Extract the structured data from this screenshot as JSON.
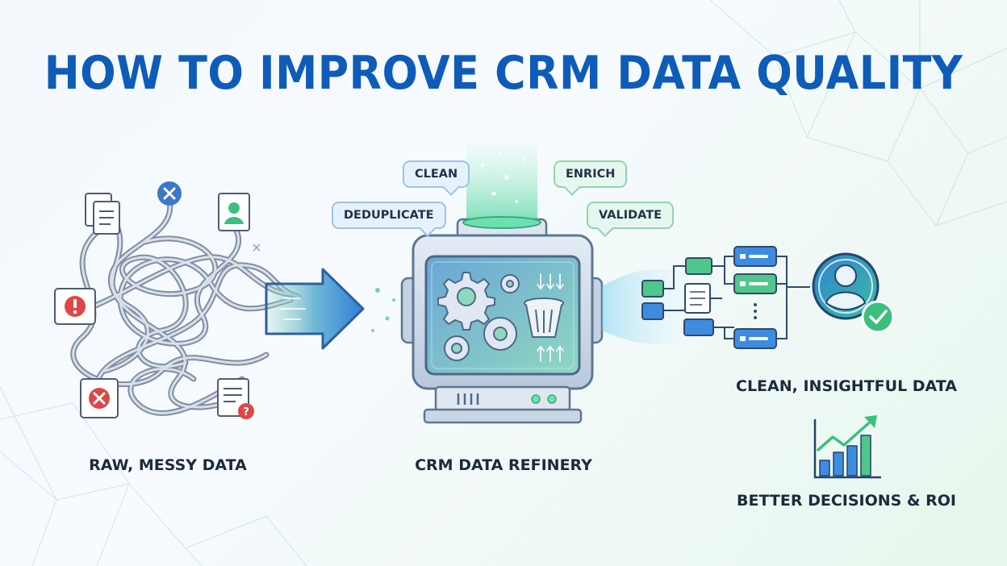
{
  "title": "HOW TO IMPROVE CRM DATA QUALITY",
  "sections": {
    "raw": {
      "label": "RAW, MESSY DATA"
    },
    "refinery": {
      "label": "CRM DATA REFINERY"
    },
    "clean": {
      "label": "CLEAN, INSIGHTFUL DATA"
    },
    "decisions": {
      "label": "BETTER DECISIONS & ROI"
    }
  },
  "steps": {
    "clean": "CLEAN",
    "enrich": "ENRICH",
    "deduplicate": "DEDUPLICATE",
    "validate": "VALIDATE"
  },
  "colors": {
    "title": "#0f5cb8",
    "accent_blue": "#2f7fd6",
    "accent_green": "#3cbf7e",
    "error_red": "#e04646",
    "machine": "#8fa7c4"
  },
  "icons": [
    "document-icon",
    "x-icon",
    "user-icon",
    "alert-icon",
    "error-icon",
    "question-icon",
    "gear-icon",
    "trash-icon",
    "check-icon",
    "growth-chart-icon"
  ]
}
